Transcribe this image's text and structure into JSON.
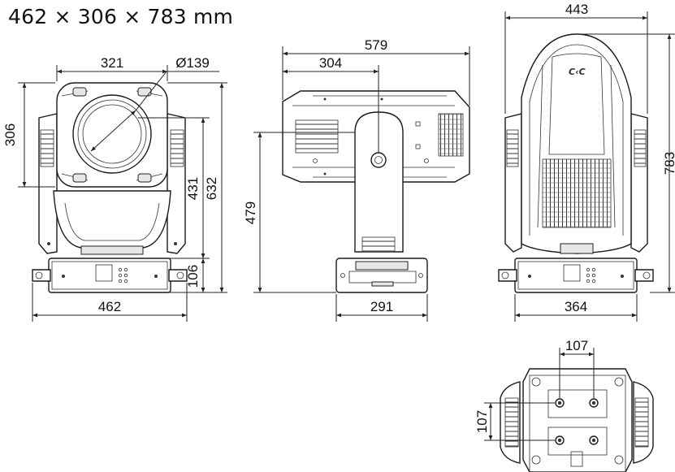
{
  "title": "462 × 306 × 783 mm",
  "logo": "C‹C",
  "dimensions": {
    "front": {
      "width_head": "321",
      "lens_diameter": "Ø139",
      "head_height": "306",
      "yoke_height": "431",
      "total_height": "632",
      "base_height": "106",
      "base_width": "462"
    },
    "side": {
      "length": "579",
      "pivot_offset": "304",
      "pivot_height": "479",
      "base_depth": "291"
    },
    "back": {
      "width": "443",
      "total_height": "783",
      "base_width": "364"
    },
    "bottom": {
      "hole_spacing_x": "107",
      "hole_spacing_y": "107"
    }
  }
}
